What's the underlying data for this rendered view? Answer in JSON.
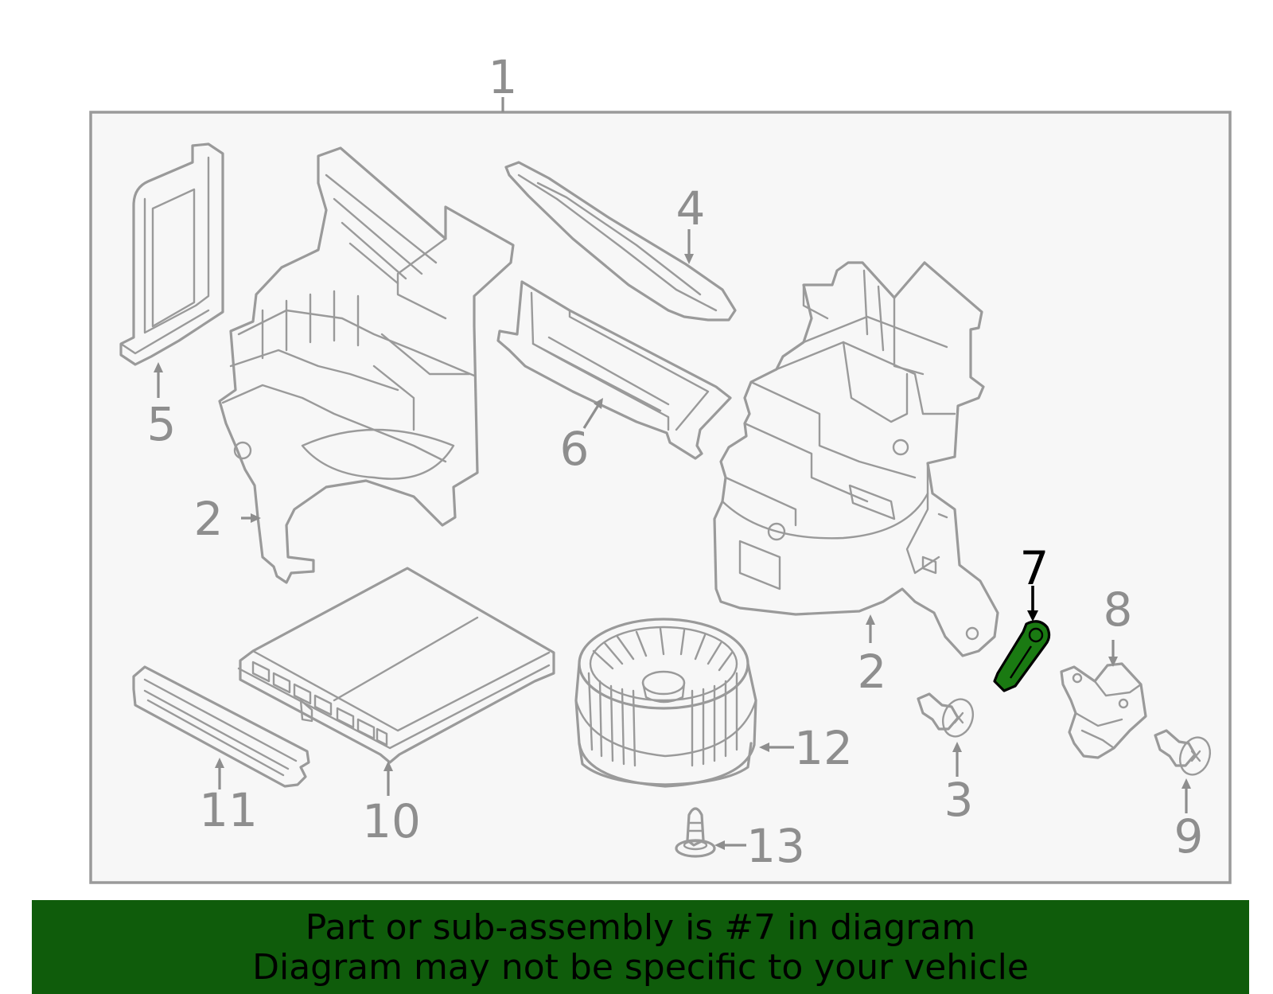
{
  "callouts": {
    "c1": "1",
    "c2a": "2",
    "c2b": "2",
    "c3": "3",
    "c4": "4",
    "c5": "5",
    "c6": "6",
    "c7": "7",
    "c8": "8",
    "c9": "9",
    "c10": "10",
    "c11": "11",
    "c12": "12",
    "c13": "13"
  },
  "highlighted_part": "7",
  "colors": {
    "banner_bg": "#0f5c0b",
    "highlight_part": "#1a7a12",
    "line_art": "#9a9a9a",
    "frame_fill": "#f7f7f7"
  },
  "banner": {
    "line1": "Part or sub-assembly is #7 in diagram",
    "line2": "Diagram may not be specific to your vehicle"
  }
}
